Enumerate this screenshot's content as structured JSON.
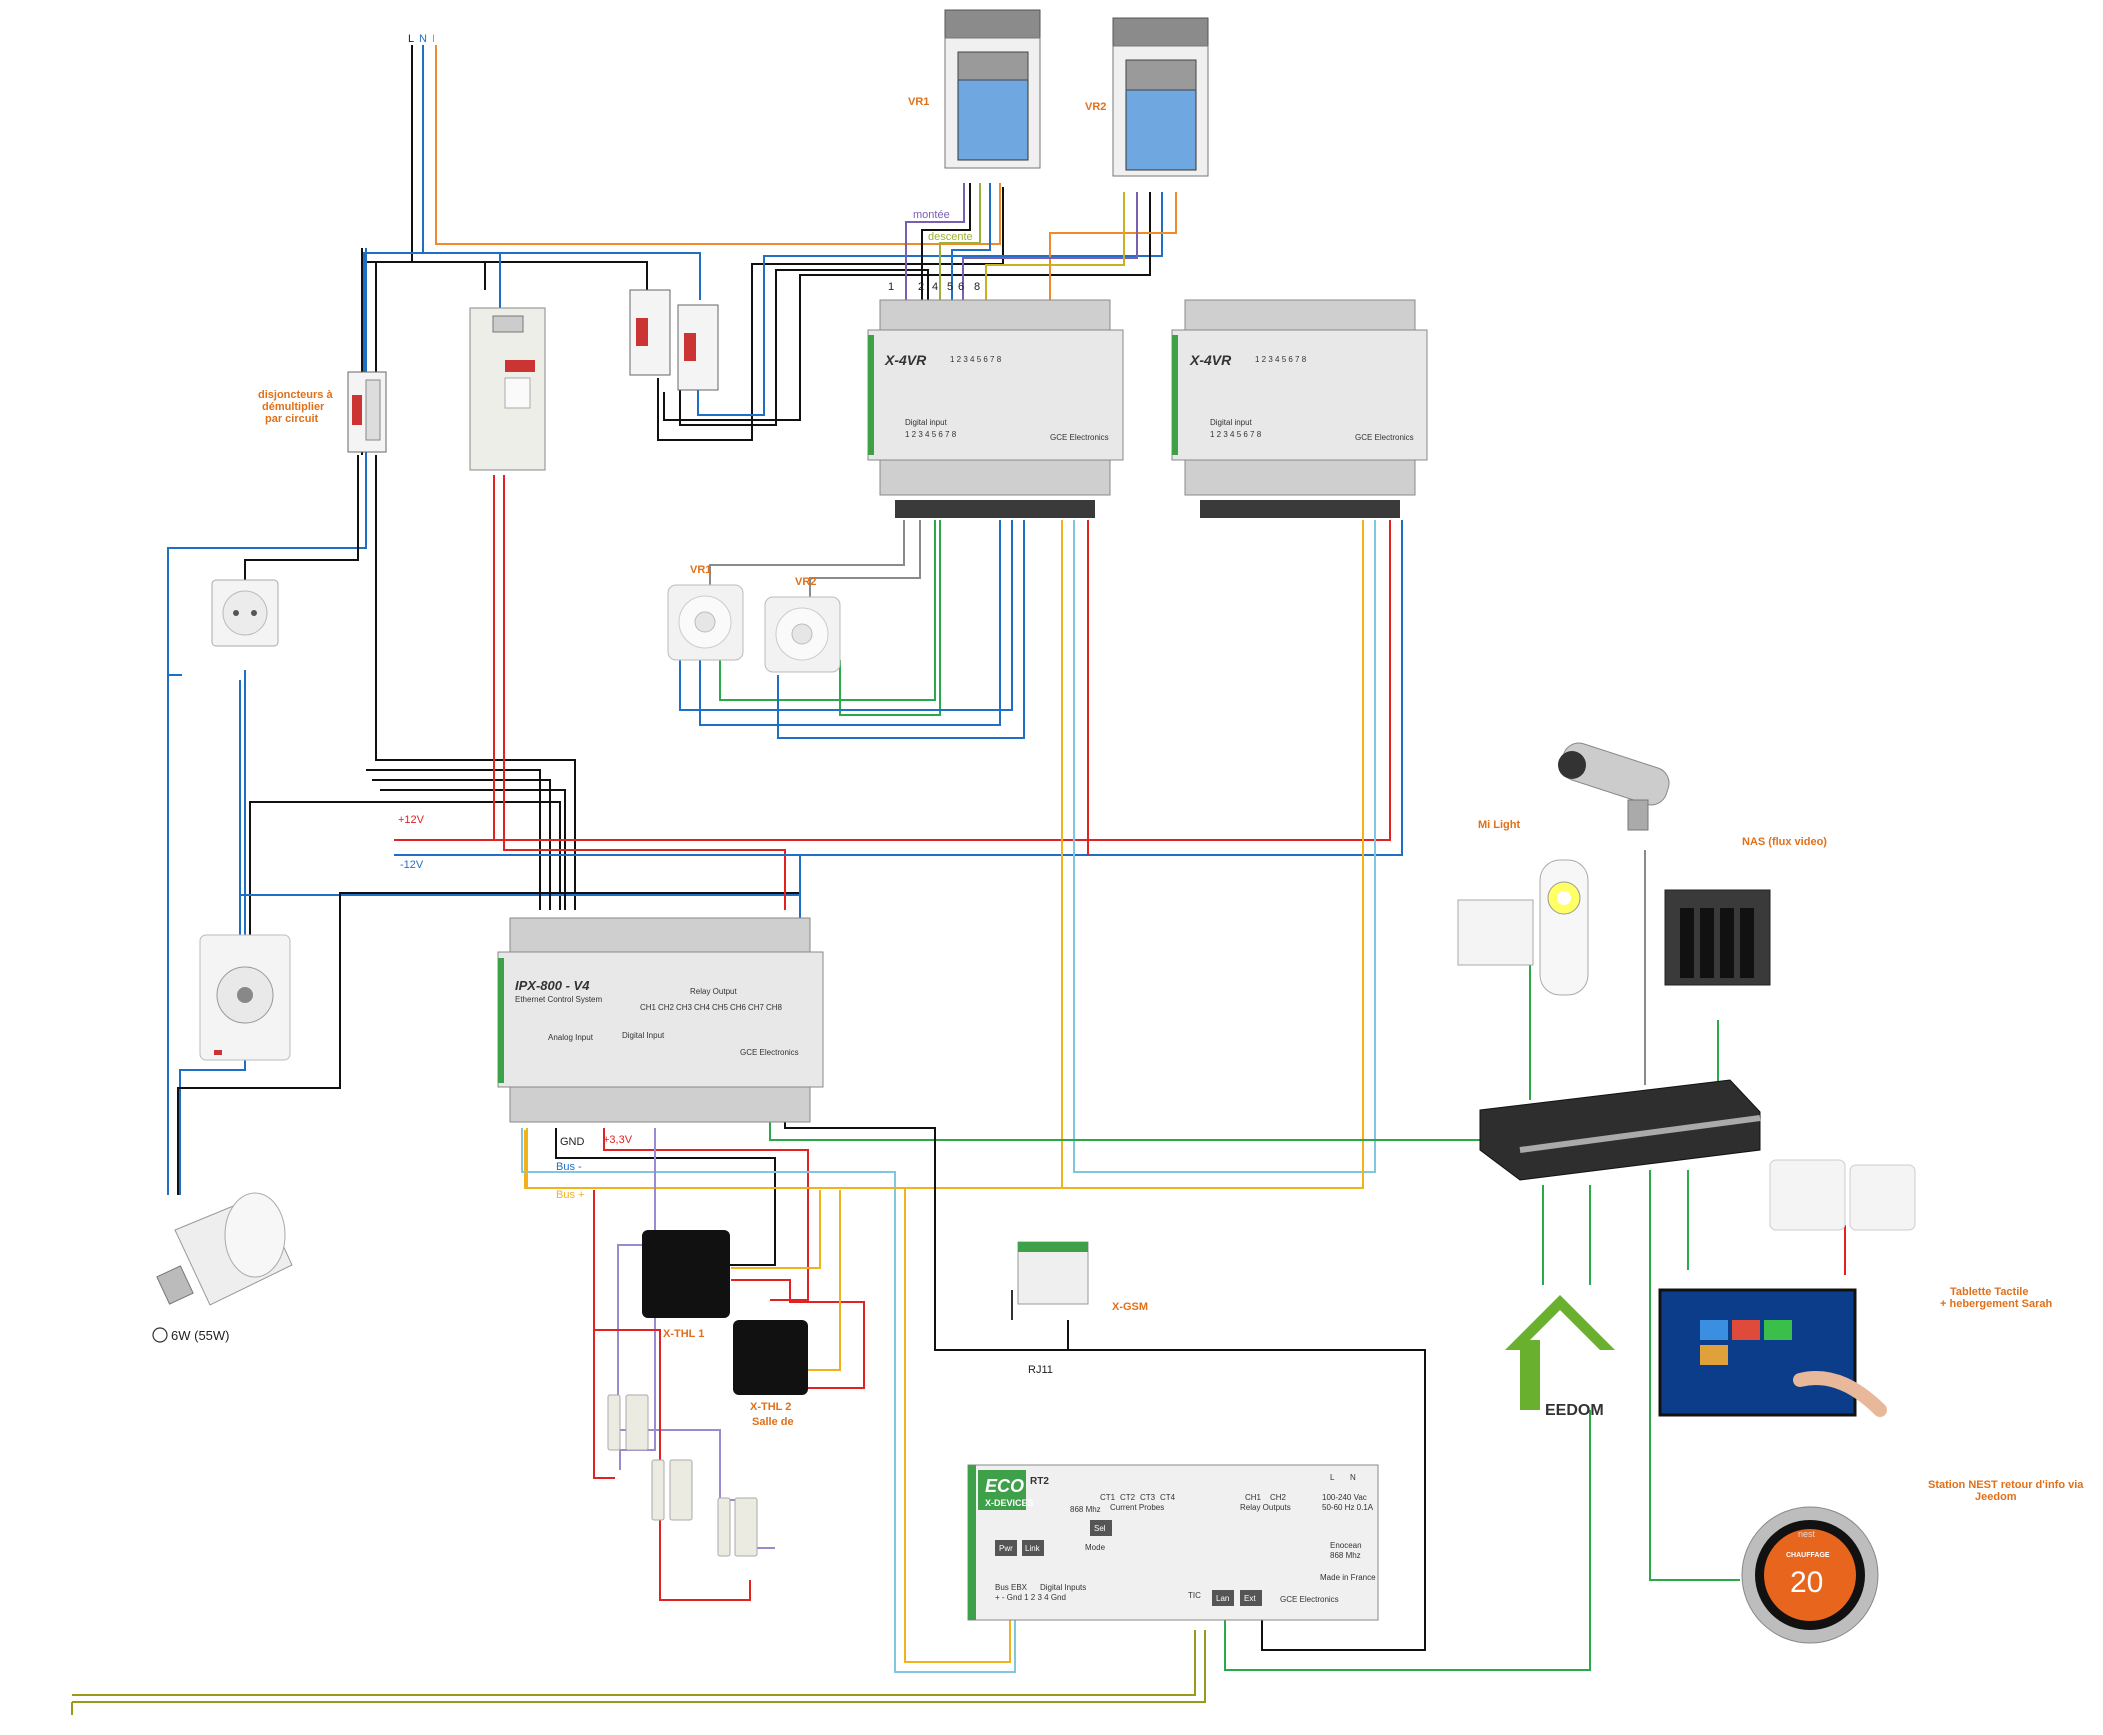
{
  "supply": {
    "l": "L",
    "n": "N",
    "i": "I"
  },
  "shutters": {
    "vr1": "VR1",
    "vr2": "VR2"
  },
  "wire_labels": {
    "montee": "montée",
    "descente": "descente",
    "plus12": "+12V",
    "minus12": "-12V",
    "gnd": "GND",
    "plus33": "+3,3V",
    "bus_minus": "Bus -",
    "bus_plus": "Bus +",
    "rj11": "RJ11"
  },
  "terminals": [
    "1",
    "2",
    "4",
    "5",
    "6",
    "8"
  ],
  "breakers_label": [
    "disjoncteurs à",
    "démultiplier",
    "par circuit"
  ],
  "x4vr": {
    "brand": "X-4VR",
    "digital_input": "Digital input",
    "maker": "GCE Electronics",
    "pins": "1 2 3 4 5 6 7 8"
  },
  "switches": {
    "vr1": "VR1",
    "vr2": "VR2"
  },
  "ipx": {
    "brand": "IPX-800 - V4",
    "sub": "Ethernet Control System",
    "relay_output": "Relay Output",
    "analog_input": "Analog Input",
    "digital_input": "Digital Input",
    "maker": "GCE Electronics",
    "channels": [
      "CH1",
      "CH2",
      "CH3",
      "CH4",
      "CH5",
      "CH6",
      "CH7",
      "CH8"
    ]
  },
  "lamp_label": "6W (55W)",
  "xthl1": "X-THL 1",
  "xthl2": [
    "X-THL 2",
    "Salle de"
  ],
  "xgsm": "X-GSM",
  "eco": {
    "title": "ECO",
    "rt2": "RT2",
    "xdevices": "X-DEVICES",
    "mhz": "868 Mhz",
    "cts": [
      "CT1",
      "CT2",
      "CT3",
      "CT4"
    ],
    "current_probes": "Current Probes",
    "ch": [
      "CH1",
      "CH2"
    ],
    "relay_outputs": "Relay Outputs",
    "ln": [
      "L",
      "N"
    ],
    "volt": "100-240 Vac",
    "hz": "50-60 Hz 0.1A",
    "enocean": "Enocean",
    "enocean2": "868 Mhz",
    "made": "Made in France",
    "pwr": "Pwr",
    "link": "Link",
    "sel": "Sel",
    "mode": "Mode",
    "bus_ebx": "Bus EBX",
    "digital_inputs": "Digital Inputs",
    "bus_pins": "+ - Gnd 1 2 3 4 Gnd",
    "tic": "TIC",
    "lan": "Lan",
    "ext": "Ext",
    "maker": "GCE Electronics"
  },
  "mi_light": "Mi Light",
  "nas": "NAS (flux video)",
  "tablet": [
    "Tablette Tactile",
    "+ hebergement Sarah"
  ],
  "nest_label": [
    "Station NEST retour d'info via",
    "Jeedom"
  ],
  "nest": {
    "top": "nest",
    "mode": "CHAUFFAGE",
    "temp": "20"
  },
  "jeedom": "EEDOM",
  "colors": {
    "black": "#111111",
    "blue": "#1f6fc5",
    "orange": "#f08a2a",
    "red": "#e22222",
    "green": "#2aa84a",
    "purple": "#7a5fb0",
    "yellow": "#f2b21c",
    "lightblue": "#7fc6e0",
    "olive": "#9a9a1a",
    "gray": "#8a8a8a",
    "label": "#e0701a"
  }
}
